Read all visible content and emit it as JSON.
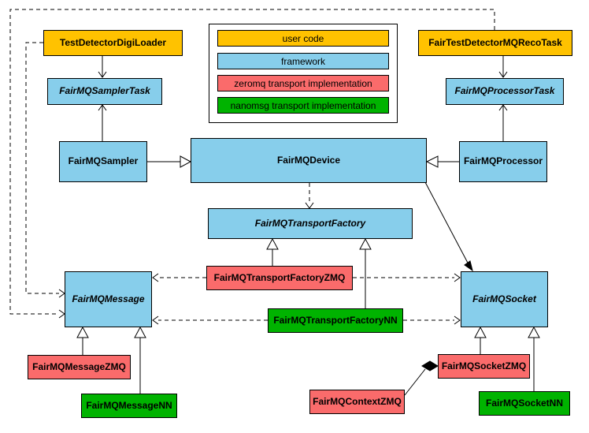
{
  "legend": {
    "items": [
      {
        "label": "user code",
        "color": "#FFC200",
        "category": "user"
      },
      {
        "label": "framework",
        "color": "#87CEEB",
        "category": "framework"
      },
      {
        "label": "zeromq transport implementation",
        "color": "#FA6B6B",
        "category": "zeromq"
      },
      {
        "label": "nanomsg transport implementation",
        "color": "#00B300",
        "category": "nanomsg"
      }
    ]
  },
  "nodes": {
    "testDetectorDigiLoader": {
      "label": "TestDetectorDigiLoader",
      "category": "user",
      "abstract": false
    },
    "fairTestDetectorMQRecoTask": {
      "label": "FairTestDetectorMQRecoTask",
      "category": "user",
      "abstract": false
    },
    "fairMQSamplerTask": {
      "label": "FairMQSamplerTask",
      "category": "framework",
      "abstract": true
    },
    "fairMQProcessorTask": {
      "label": "FairMQProcessorTask",
      "category": "framework",
      "abstract": true
    },
    "fairMQSampler": {
      "label": "FairMQSampler",
      "category": "framework",
      "abstract": false
    },
    "fairMQDevice": {
      "label": "FairMQDevice",
      "category": "framework",
      "abstract": false
    },
    "fairMQProcessor": {
      "label": "FairMQProcessor",
      "category": "framework",
      "abstract": false
    },
    "fairMQTransportFactory": {
      "label": "FairMQTransportFactory",
      "category": "framework",
      "abstract": true
    },
    "fairMQTransportFactoryZMQ": {
      "label": "FairMQTransportFactoryZMQ",
      "category": "zeromq",
      "abstract": false
    },
    "fairMQTransportFactoryNN": {
      "label": "FairMQTransportFactoryNN",
      "category": "nanomsg",
      "abstract": false
    },
    "fairMQMessage": {
      "label": "FairMQMessage",
      "category": "framework",
      "abstract": true
    },
    "fairMQSocket": {
      "label": "FairMQSocket",
      "category": "framework",
      "abstract": true
    },
    "fairMQMessageZMQ": {
      "label": "FairMQMessageZMQ",
      "category": "zeromq",
      "abstract": false
    },
    "fairMQMessageNN": {
      "label": "FairMQMessageNN",
      "category": "nanomsg",
      "abstract": false
    },
    "fairMQContextZMQ": {
      "label": "FairMQContextZMQ",
      "category": "zeromq",
      "abstract": false
    },
    "fairMQSocketZMQ": {
      "label": "FairMQSocketZMQ",
      "category": "zeromq",
      "abstract": false
    },
    "fairMQSocketNN": {
      "label": "FairMQSocketNN",
      "category": "nanomsg",
      "abstract": false
    }
  },
  "edges": [
    {
      "from": "TestDetectorDigiLoader",
      "to": "FairMQSamplerTask",
      "style": "solid-arrow"
    },
    {
      "from": "FairMQSampler",
      "to": "FairMQSamplerTask",
      "style": "solid-arrow"
    },
    {
      "from": "FairMQSampler",
      "to": "FairMQDevice",
      "style": "inheritance"
    },
    {
      "from": "FairTestDetectorMQRecoTask",
      "to": "FairMQProcessorTask",
      "style": "solid-arrow"
    },
    {
      "from": "FairMQProcessor",
      "to": "FairMQProcessorTask",
      "style": "solid-arrow"
    },
    {
      "from": "FairMQProcessor",
      "to": "FairMQDevice",
      "style": "inheritance"
    },
    {
      "from": "FairMQDevice",
      "to": "FairMQTransportFactory",
      "style": "dashed-arrow"
    },
    {
      "from": "FairMQDevice",
      "to": "FairMQSocket",
      "style": "solid-arrow"
    },
    {
      "from": "FairMQTransportFactoryZMQ",
      "to": "FairMQTransportFactory",
      "style": "inheritance"
    },
    {
      "from": "FairMQTransportFactoryNN",
      "to": "FairMQTransportFactory",
      "style": "inheritance"
    },
    {
      "from": "FairMQTransportFactoryZMQ",
      "to": "FairMQMessage",
      "style": "dashed-arrow"
    },
    {
      "from": "FairMQTransportFactoryZMQ",
      "to": "FairMQSocket",
      "style": "dashed-arrow"
    },
    {
      "from": "FairMQTransportFactoryNN",
      "to": "FairMQMessage",
      "style": "dashed-arrow"
    },
    {
      "from": "FairMQTransportFactoryNN",
      "to": "FairMQSocket",
      "style": "dashed-arrow"
    },
    {
      "from": "TestDetectorDigiLoader",
      "to": "FairMQMessage",
      "style": "dashed-arrow"
    },
    {
      "from": "FairTestDetectorMQRecoTask",
      "to": "FairMQMessage",
      "style": "dashed-arrow"
    },
    {
      "from": "FairMQMessageZMQ",
      "to": "FairMQMessage",
      "style": "inheritance"
    },
    {
      "from": "FairMQMessageNN",
      "to": "FairMQMessage",
      "style": "inheritance"
    },
    {
      "from": "FairMQSocketZMQ",
      "to": "FairMQSocket",
      "style": "inheritance"
    },
    {
      "from": "FairMQSocketNN",
      "to": "FairMQSocket",
      "style": "inheritance"
    },
    {
      "from": "FairMQContextZMQ",
      "to": "FairMQSocketZMQ",
      "style": "composition"
    }
  ]
}
